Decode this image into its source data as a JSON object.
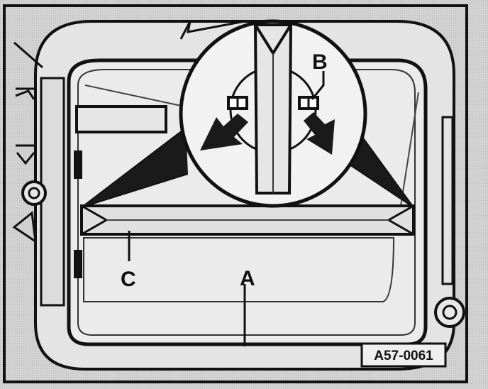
{
  "labels": {
    "a": "A",
    "b": "B",
    "c": "C"
  },
  "figure_id": "A57-0061",
  "colors": {
    "background": "#cfcfcf",
    "ink": "#111111",
    "panel": "#e4e4e4",
    "circle_fill": "#f2f2f2",
    "arrow_fill": "#1a1a1a"
  }
}
